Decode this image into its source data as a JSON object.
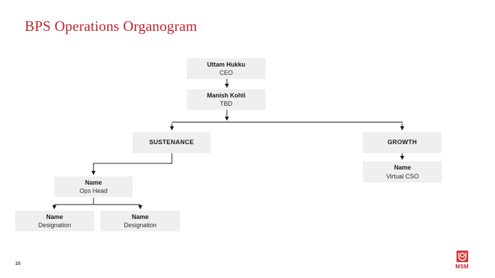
{
  "slide": {
    "title": "BPS Operations Organogram",
    "colors": {
      "title_red": "#C4222E",
      "logo_red": "#D23B3B",
      "box_fill": "#EFEFEF",
      "connector_black": "#1A1A1A",
      "connector_gray": "#7F7F7F"
    }
  },
  "org": {
    "ceo": {
      "name": "Uttam Hukku",
      "role": "CEO"
    },
    "deputy": {
      "name": "Manish Kohli",
      "role": "TBD"
    },
    "sustenance": {
      "label": "SUSTENANCE"
    },
    "growth": {
      "label": "GROWTH"
    },
    "virtual_cso": {
      "name": "Name",
      "role": "Virtual CSO"
    },
    "ops_head": {
      "name": "Name",
      "role": "Ops Head"
    },
    "designation_1": {
      "name": "Name",
      "role": "Designation"
    },
    "designation_2": {
      "name": "Name",
      "role": "Designation"
    }
  },
  "footer": {
    "page_number": "10",
    "logo": {
      "icon": "msm-crest-icon",
      "text": "MSM"
    }
  }
}
